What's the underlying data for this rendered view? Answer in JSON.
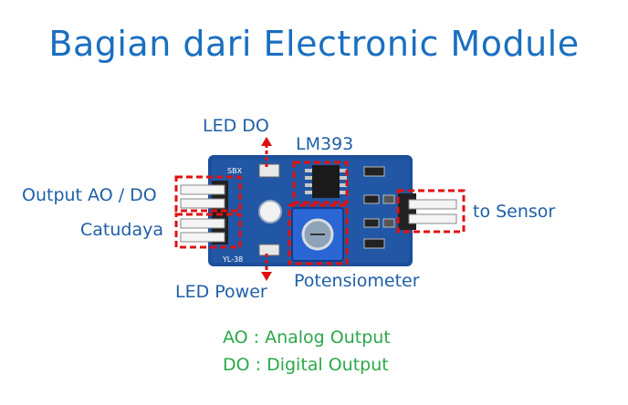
{
  "title": "Bagian dari Electronic Module",
  "labels": {
    "led_do": "LED DO",
    "lm393": "LM393",
    "output_ao_do": "Output AO / DO",
    "catudaya": "Catudaya",
    "led_power": "LED Power",
    "potensiometer": "Potensiometer",
    "to_sensor": "to Sensor"
  },
  "board_text": {
    "sbx": "SBX",
    "model": "YL-38"
  },
  "legend": {
    "ao": "AO : Analog Output",
    "do": "DO : Digital Output"
  },
  "colors": {
    "title": "#1a6fc0",
    "label": "#1f5fa8",
    "legend": "#2aa84a",
    "highlight": "#e01010",
    "pcb": "#1d4f9a"
  }
}
